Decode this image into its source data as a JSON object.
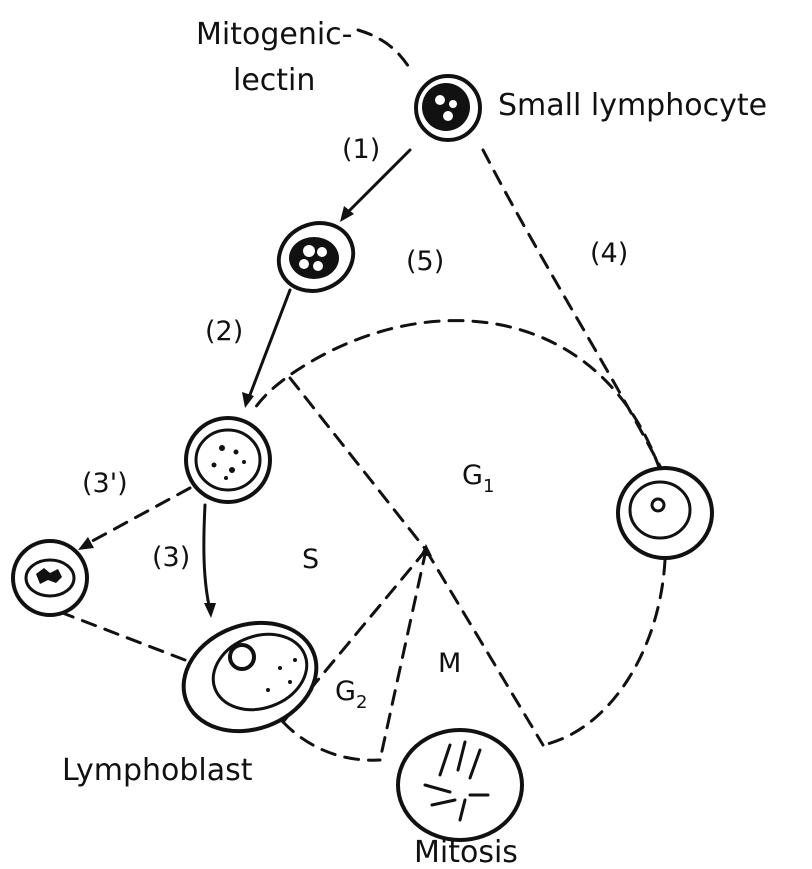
{
  "labels": {
    "mitogenic": "Mitogenic-",
    "lectin": "lectin",
    "small_lymphocyte": "Small lymphocyte",
    "step1": "(1)",
    "step2": "(2)",
    "step3": "(3)",
    "step3prime": "(3')",
    "step4": "(4)",
    "step5": "(5)",
    "g1": "G",
    "g1_sub": "1",
    "s_phase": "S",
    "g2": "G",
    "g2_sub": "2",
    "m_phase": "M",
    "lymphoblast": "Lymphoblast",
    "mitosis": "Mitosis"
  }
}
